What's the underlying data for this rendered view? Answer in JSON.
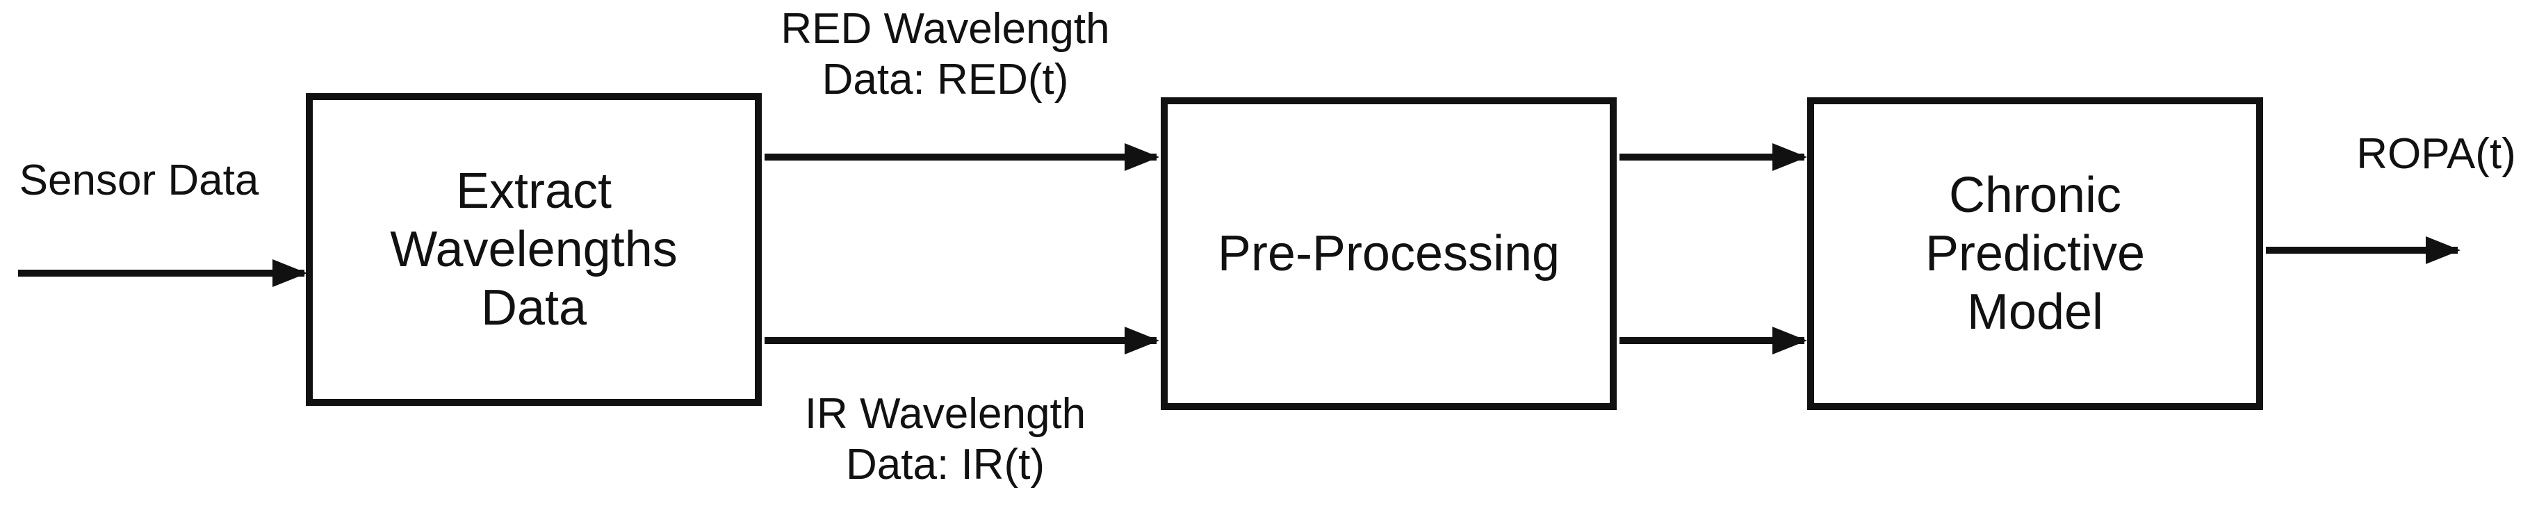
{
  "blocks": {
    "extract": "Extract\nWavelengths\nData",
    "preprocess": "Pre-Processing",
    "model": "Chronic\nPredictive\nModel"
  },
  "labels": {
    "input": "Sensor Data",
    "red": "RED Wavelength\nData: RED(t)",
    "ir": "IR Wavelength\nData: IR(t)",
    "output": "ROPA(t)"
  },
  "colors": {
    "stroke": "#111111",
    "background": "#ffffff"
  }
}
